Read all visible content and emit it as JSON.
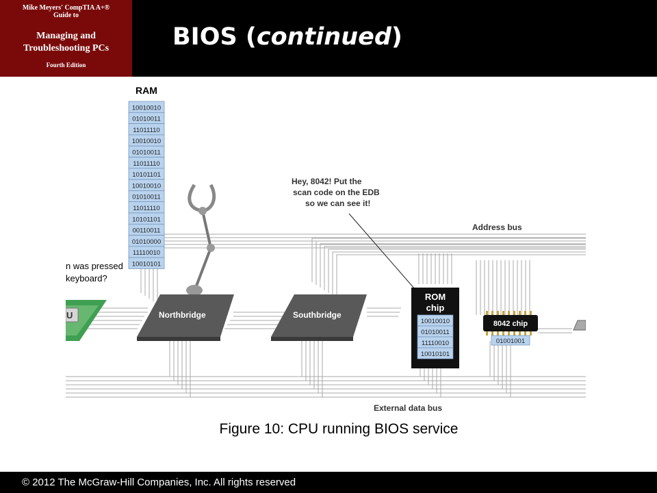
{
  "header": {
    "book_line1": "Mike Meyers' CompTIA A+®",
    "book_line2": "Guide to",
    "book_line3": "Managing and",
    "book_line4": "Troubleshooting PCs",
    "book_line5": "Fourth Edition",
    "title_main": "BIOS (",
    "title_emph": "continued",
    "title_end": ")"
  },
  "diagram": {
    "ram_label": "RAM",
    "ram_values": [
      "10010010",
      "01010011",
      "11011110",
      "10010010",
      "01010011",
      "11011110",
      "10101101",
      "10010010",
      "01010011",
      "11011110",
      "10101101",
      "00110011",
      "01010000",
      "11110010",
      "10010101"
    ],
    "cpu_question_line1": "n was pressed",
    "cpu_question_line2": "keyboard?",
    "cpu_label": "U",
    "northbridge": "Northbridge",
    "southbridge": "Southbridge",
    "speech_line1": "Hey, 8042! Put the",
    "speech_line2": "scan code on the EDB",
    "speech_line3": "so we can see it!",
    "address_bus": "Address bus",
    "external_bus": "External data bus",
    "rom_line1": "ROM",
    "rom_line2": "chip",
    "rom_values": [
      "10010010",
      "01010011",
      "11110010",
      "10010101"
    ],
    "kbc_label": "8042 chip",
    "kbc_value": "01001001"
  },
  "caption": "Figure 10: CPU running BIOS service",
  "footer": "© 2012 The McGraw-Hill Companies, Inc. All rights reserved",
  "colors": {
    "header_bg": "#000000",
    "badge_bg": "#7a0a0a",
    "ram_cell": "#b9d3ee",
    "chip": "#555555",
    "cpu_green": "#3f9f52"
  }
}
